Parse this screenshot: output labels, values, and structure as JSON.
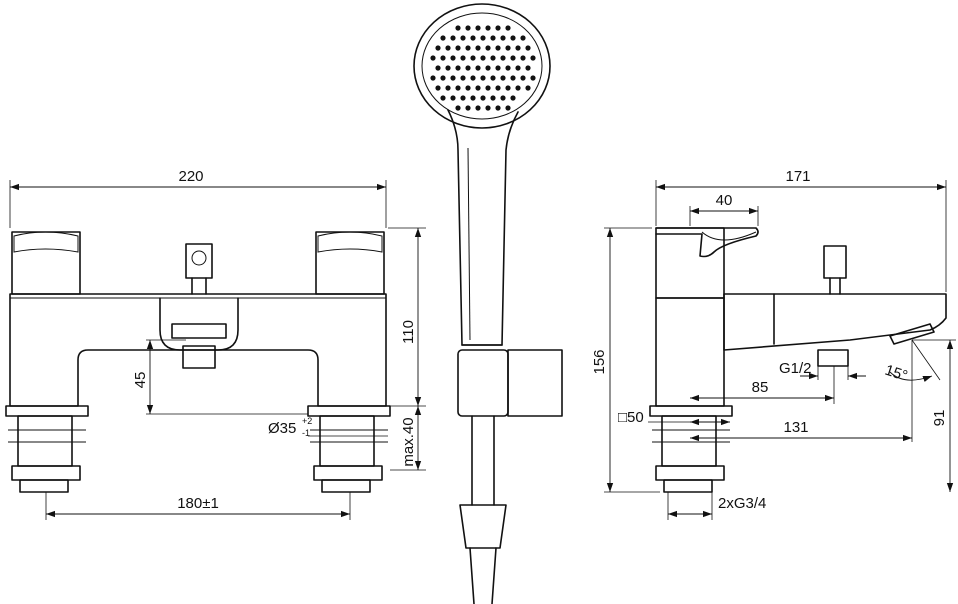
{
  "front_view": {
    "width_overall": "220",
    "height_body": "110",
    "spout_height": "45",
    "hole_diameter": "Ø35",
    "hole_tol_upper": "+2",
    "hole_tol_lower": "-1",
    "deck_thickness": "max.40",
    "centers": "180±1"
  },
  "side_view": {
    "depth_overall": "171",
    "lever_length": "40",
    "height_total": "156",
    "outlet_thread": "G1/2",
    "outlet_offset": "85",
    "spout_angle": "15°",
    "square_base": "□50",
    "spout_reach": "131",
    "spout_height": "91",
    "inlet_thread": "2xG3/4"
  },
  "colors": {
    "line": "#111111",
    "background": "#ffffff"
  },
  "icons": {
    "shower_head": "shower-head-icon"
  }
}
